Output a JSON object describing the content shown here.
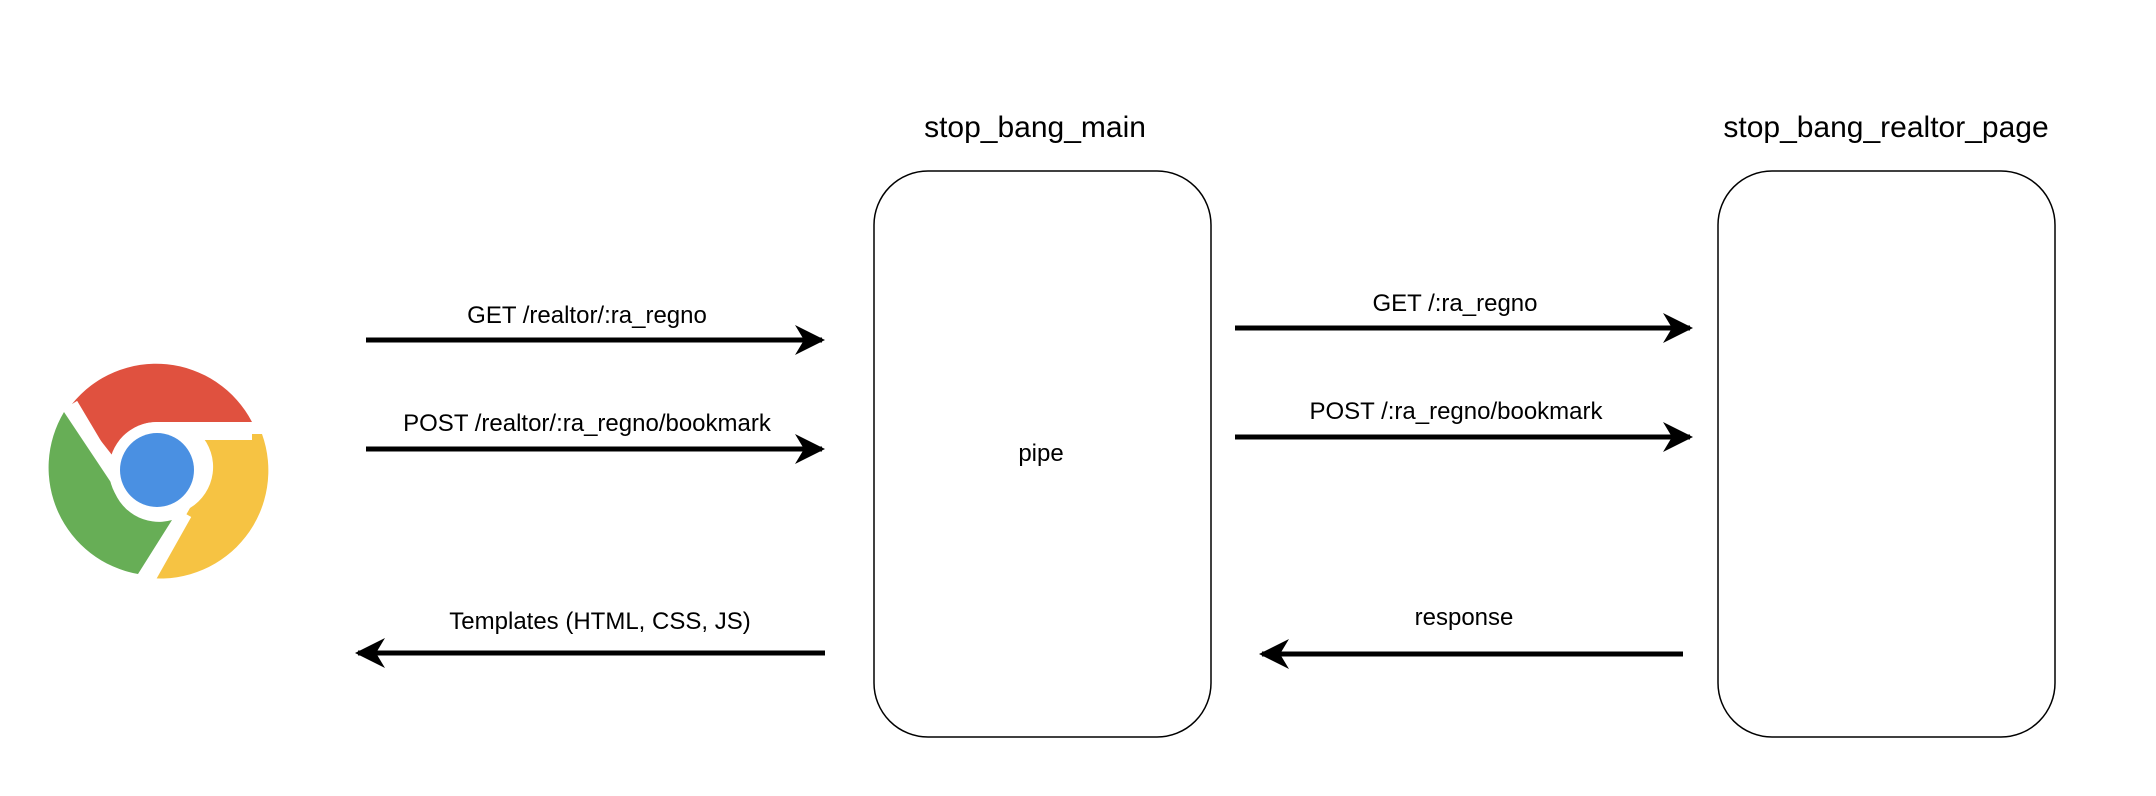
{
  "nodes": {
    "main": {
      "title": "stop_bang_main",
      "content": "pipe"
    },
    "realtor": {
      "title": "stop_bang_realtor_page",
      "content": ""
    },
    "browser": {
      "icon": "chrome-browser-icon"
    }
  },
  "edges": {
    "get_realtor": "GET /realtor/:ra_regno",
    "post_realtor": "POST /realtor/:ra_regno/bookmark",
    "templates": "Templates (HTML, CSS, JS)",
    "get_ra": "GET /:ra_regno",
    "post_ra": "POST /:ra_regno/bookmark",
    "response": "response"
  },
  "colors": {
    "stroke": "#000000",
    "chrome_red": "#E0513F",
    "chrome_green": "#67AE56",
    "chrome_yellow": "#F6C343",
    "chrome_blue": "#4A90E2"
  }
}
